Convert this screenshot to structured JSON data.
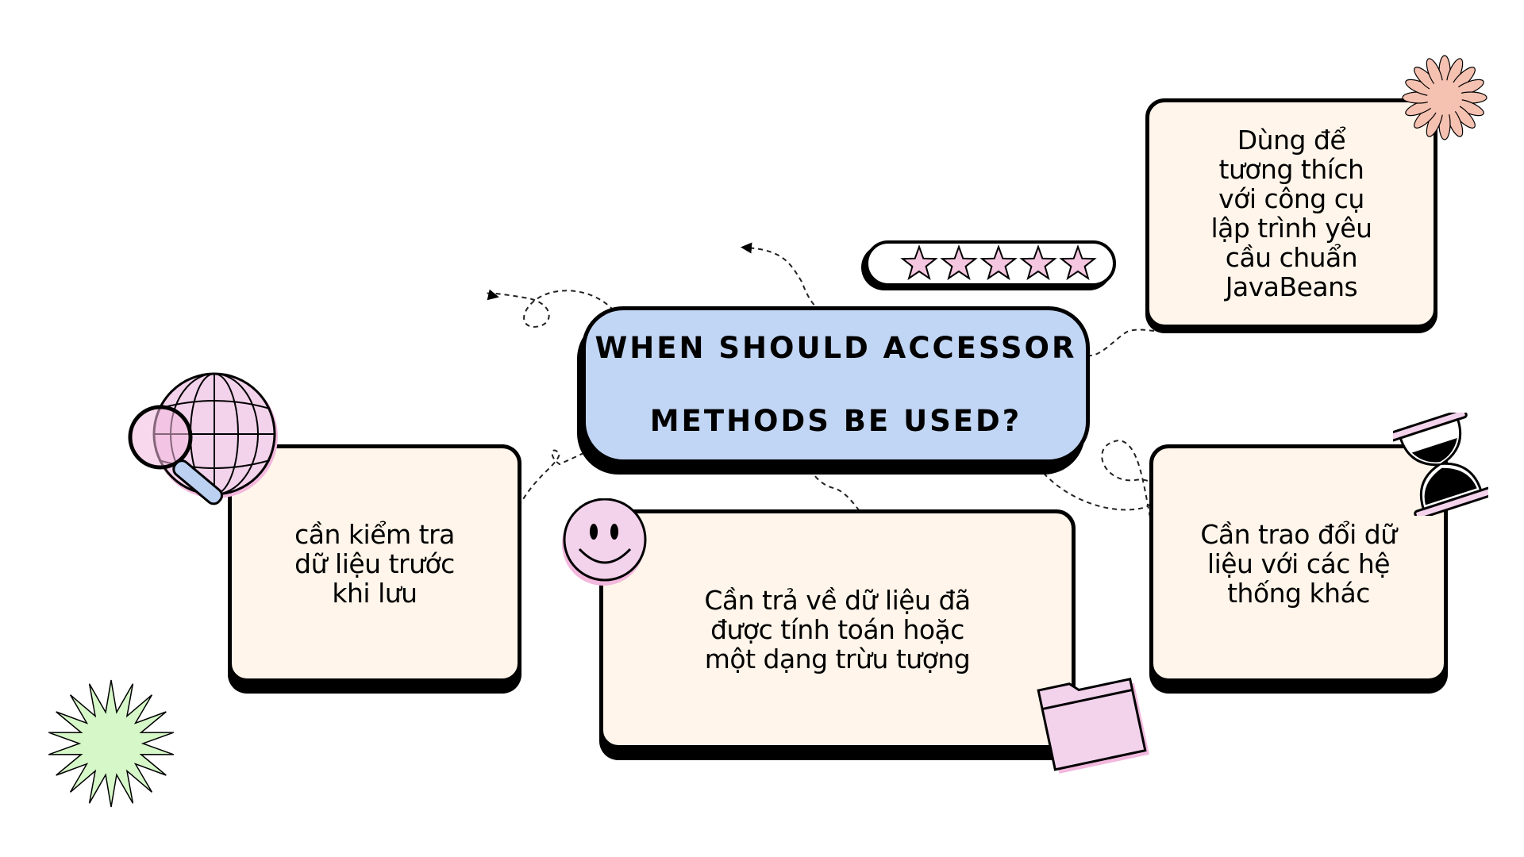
{
  "title": "WHEN SHOULD ACCESSOR METHODS BE USED?",
  "title_line1": "WHEN SHOULD ACCESSOR",
  "title_line2": "METHODS BE USED?",
  "rating": {
    "stars": 5,
    "max": 5,
    "star_color": "#f5c6e0"
  },
  "cards": {
    "validate": [
      "cần kiểm tra",
      "dữ liệu trước",
      "khi lưu"
    ],
    "computed": [
      "Cần trả về dữ liệu đã",
      "được tính toán hoặc",
      "một dạng trừu tượng"
    ],
    "exchange": [
      "Cần trao đổi dữ",
      "liệu với các hệ",
      "thống khác"
    ],
    "javabeans": [
      "Dùng để",
      "tương thích",
      "với công cụ",
      "lập trình yêu",
      "cầu chuẩn",
      "JavaBeans"
    ]
  },
  "colors": {
    "title_bg": "#c1d5f4",
    "card_bg": "#fff5ea",
    "pink": "#f3d2ec",
    "pink_dark": "#f2b8dd",
    "green_burst": "#d6f8c9",
    "peach_burst": "#f5c1b1"
  },
  "icons": [
    "globe-icon",
    "magnifier-icon",
    "smiley-icon",
    "folder-icon",
    "hourglass-icon",
    "peach-burst-icon",
    "green-burst-icon",
    "star-icon"
  ]
}
